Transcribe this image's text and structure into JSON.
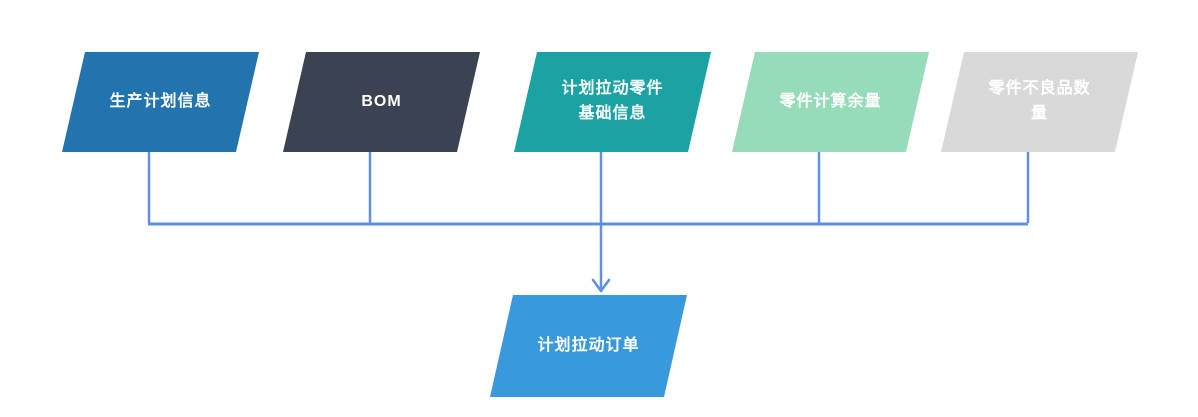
{
  "diagram": {
    "sources": [
      {
        "id": "production-plan-info",
        "label": "生产计划信息",
        "color": "#2274AE",
        "text_color": "#ffffff"
      },
      {
        "id": "bom",
        "label": "BOM",
        "color": "#3B4252",
        "text_color": "#ffffff"
      },
      {
        "id": "pull-parts-base-info",
        "label": "计划拉动零件基础信息",
        "color": "#1BA2A4",
        "text_color": "#ffffff"
      },
      {
        "id": "parts-calc-margin",
        "label": "零件计算余量",
        "color": "#96DCB8",
        "text_color": "#ffffff"
      },
      {
        "id": "parts-defect-qty",
        "label": "零件不良品数量",
        "color": "#D9D9D9",
        "text_color": "#ffffff"
      }
    ],
    "target": {
      "id": "pull-order",
      "label": "计划拉动订单",
      "color": "#3A99DC",
      "text_color": "#ffffff"
    },
    "connector_color": "#5F8FE6"
  }
}
